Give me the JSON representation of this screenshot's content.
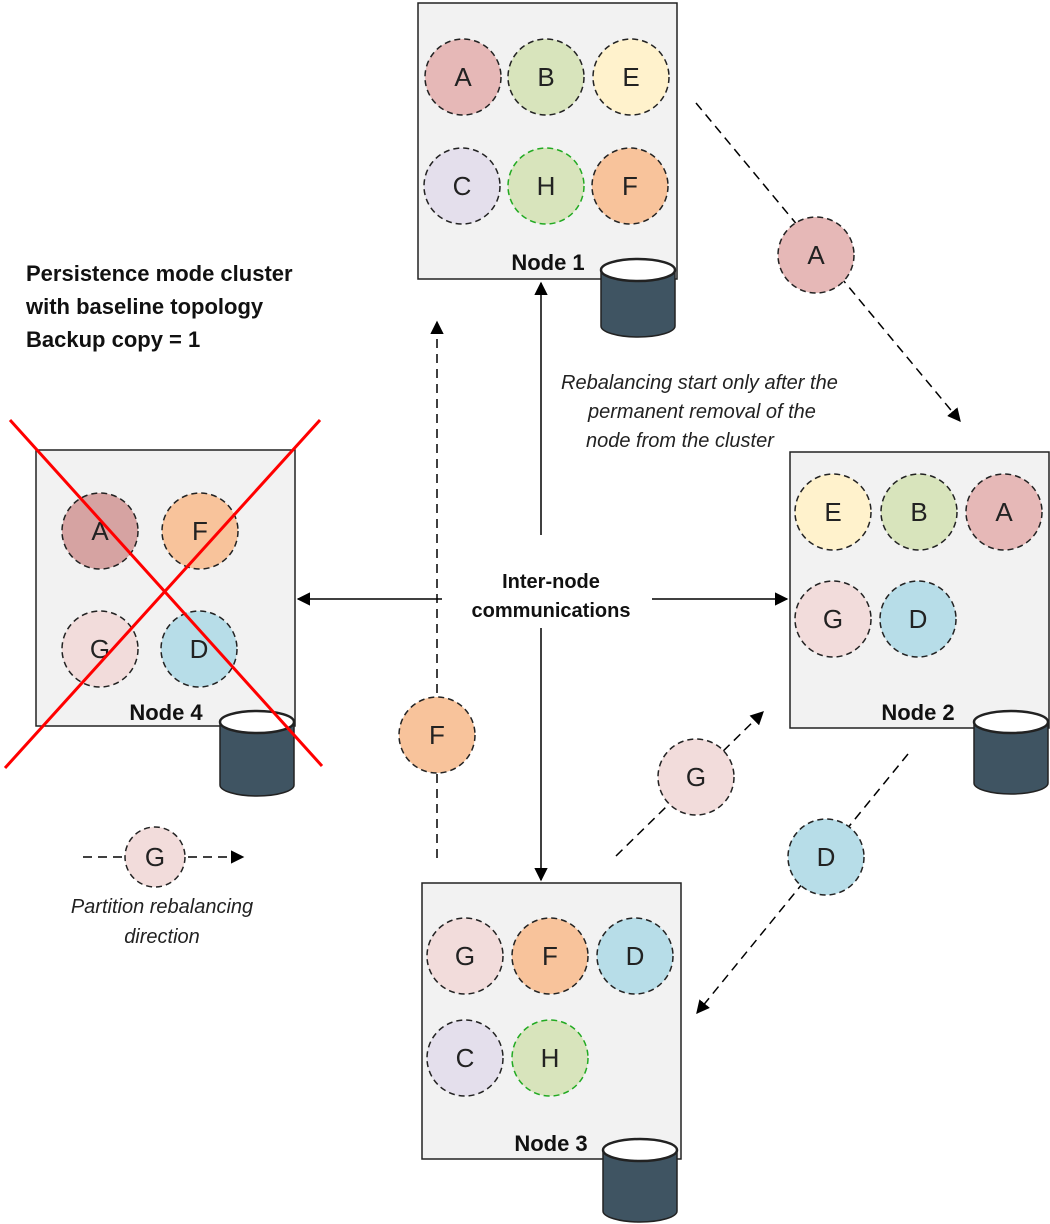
{
  "colors": {
    "A": "#e6b8b7",
    "B": "#d8e4bc",
    "C": "#e4dfec",
    "D": "#b7dde8",
    "E": "#fff2cc",
    "F": "#f8c39b",
    "G": "#f2dcdb",
    "H": "#d8e4bc",
    "node_fill": "#f2f2f2",
    "db": "#3f5462",
    "cross": "#ff0000"
  },
  "info": {
    "line1": "Persistence mode cluster",
    "line2": "with baseline topology",
    "line3": "Backup copy = 1"
  },
  "center": {
    "line1": "Inter-node",
    "line2": "communications"
  },
  "note": {
    "line1": "Rebalancing start only after the",
    "line2": "permanent removal of the",
    "line3": "node from the cluster"
  },
  "legend": {
    "label": "G",
    "text1": "Partition rebalancing",
    "text2": "direction"
  },
  "nodes": {
    "n1": {
      "label": "Node 1",
      "partitions": [
        "A",
        "B",
        "E",
        "C",
        "H",
        "F"
      ]
    },
    "n2": {
      "label": "Node 2",
      "partitions": [
        "E",
        "B",
        "A",
        "G",
        "D"
      ]
    },
    "n3": {
      "label": "Node 3",
      "partitions": [
        "G",
        "F",
        "D",
        "C",
        "H"
      ]
    },
    "n4": {
      "label": "Node 4",
      "partitions": [
        "A",
        "F",
        "G",
        "D"
      ]
    }
  },
  "moving": {
    "a": "A",
    "f": "F",
    "g": "G",
    "d": "D"
  }
}
